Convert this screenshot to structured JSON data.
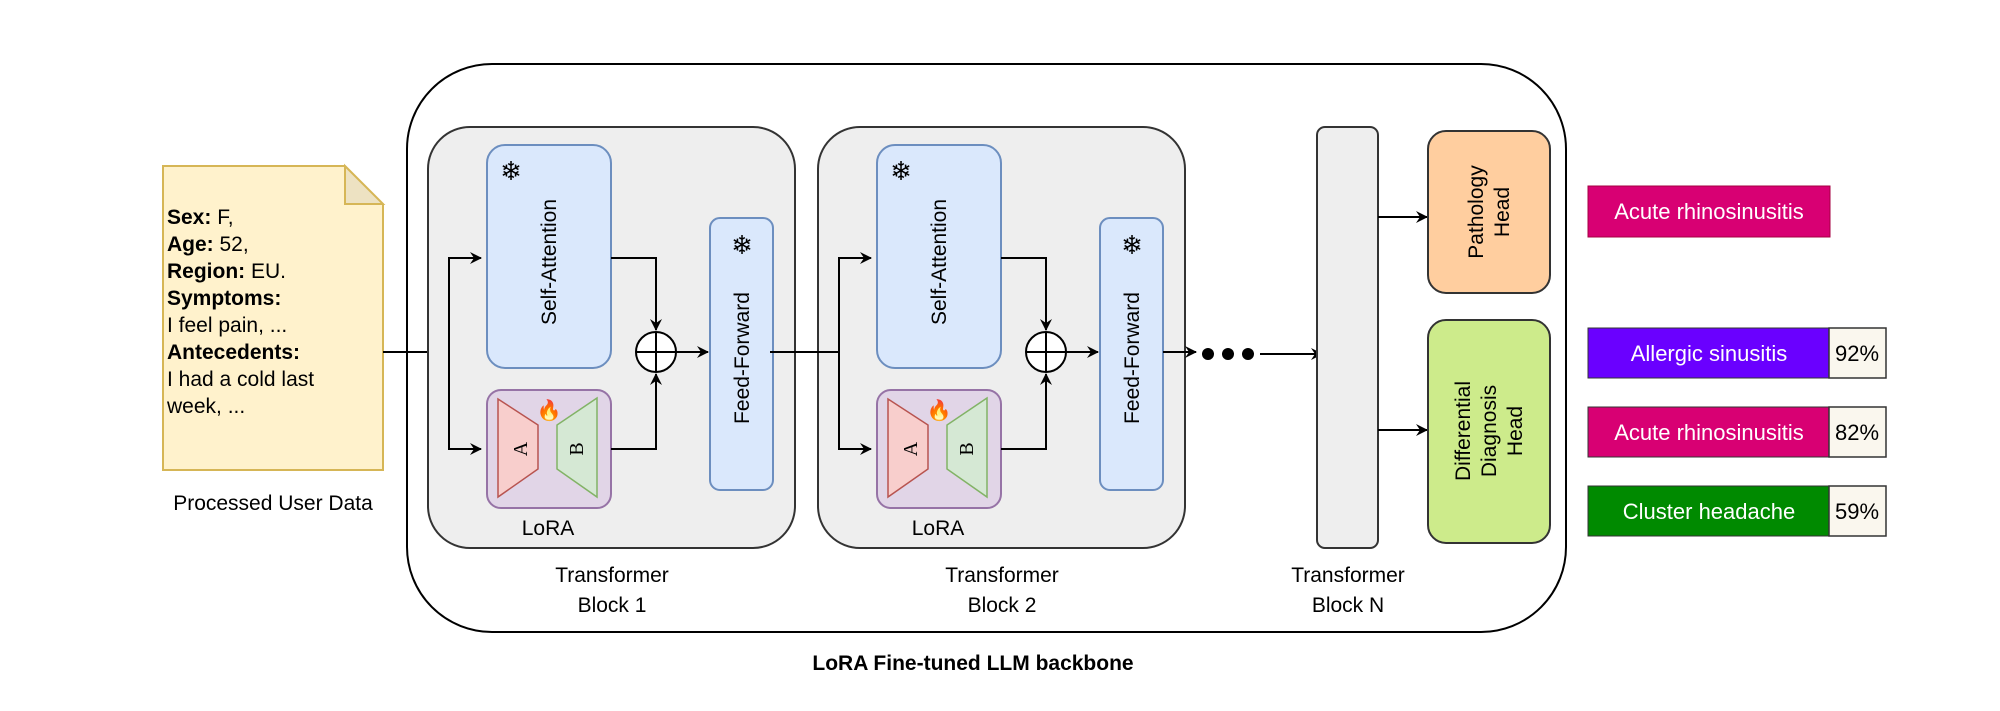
{
  "input": {
    "fields": [
      {
        "label": "Sex:",
        "value": " F,"
      },
      {
        "label": "Age:",
        "value": " 52,"
      },
      {
        "label": "Region:",
        "value": " EU."
      },
      {
        "label": "Symptoms:",
        "value": ""
      },
      {
        "label": "",
        "value": "I feel pain, ..."
      },
      {
        "label": "Antecedents:",
        "value": ""
      },
      {
        "label": "",
        "value": "I had a cold last"
      },
      {
        "label": "",
        "value": "week, ..."
      }
    ],
    "caption": "Processed User Data"
  },
  "blocks": [
    {
      "self_attention": "Self-Attention",
      "feed_forward": "Feed-Forward",
      "lora_label": "LoRA",
      "lora_a": "A",
      "lora_b": "B",
      "caption_line1": "Transformer",
      "caption_line2": "Block 1"
    },
    {
      "self_attention": "Self-Attention",
      "feed_forward": "Feed-Forward",
      "lora_label": "LoRA",
      "lora_a": "A",
      "lora_b": "B",
      "caption_line1": "Transformer",
      "caption_line2": "Block 2"
    }
  ],
  "block_n": {
    "caption_line1": "Transformer",
    "caption_line2": "Block N"
  },
  "icons": {
    "frozen": "snowflake-icon",
    "trainable": "fire-icon",
    "frozen_glyph": "❄",
    "trainable_glyph": "🔥"
  },
  "heads": {
    "pathology": {
      "line1": "Pathology",
      "line2": "Head",
      "color": "#FFCE9F"
    },
    "differential": {
      "line1": "Differential",
      "line2": "Diagnosis",
      "line3": "Head",
      "color": "#CDEB8B"
    }
  },
  "backbone_caption": "LoRA Fine-tuned LLM backbone",
  "outputs": {
    "pathology": {
      "label": "Acute rhinosinusitis",
      "color": "#D80073"
    },
    "differential": [
      {
        "label": "Allergic sinusitis",
        "pct": "92%",
        "color": "#6A00FF"
      },
      {
        "label": "Acute rhinosinusitis",
        "pct": "82%",
        "color": "#D80073"
      },
      {
        "label": "Cluster headache",
        "pct": "59%",
        "color": "#008A00"
      }
    ]
  }
}
